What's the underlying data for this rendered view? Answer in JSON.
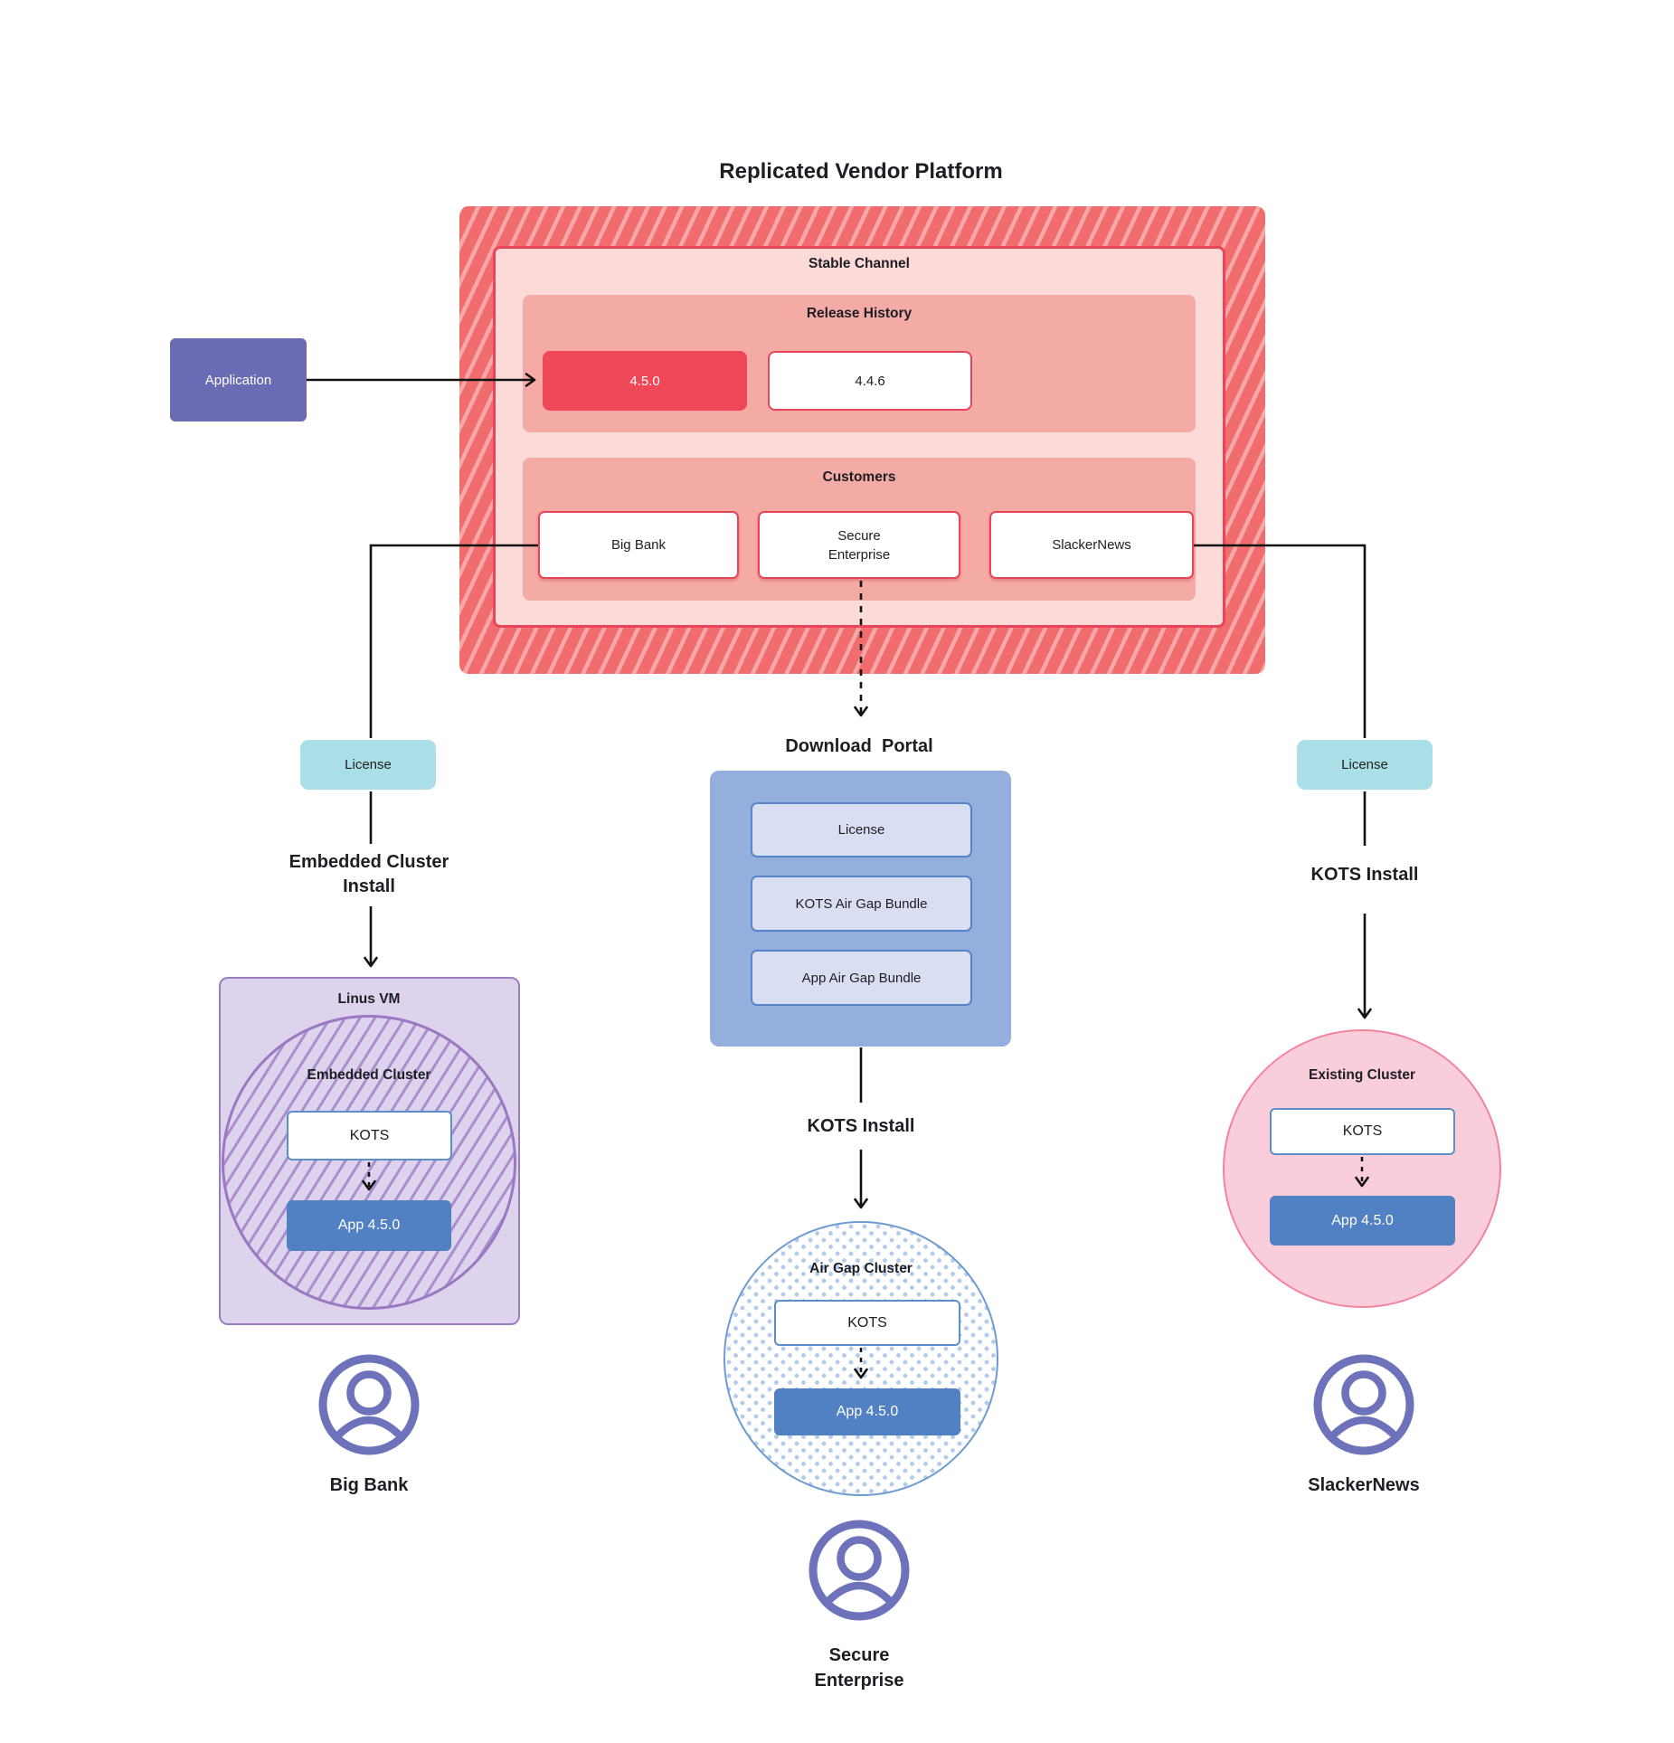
{
  "title": "Replicated Vendor Platform",
  "application_label": "Application",
  "platform": {
    "stable_channel_label": "Stable Channel",
    "release_history_label": "Release History",
    "releases": [
      "4.5.0",
      "4.4.6"
    ],
    "customers_label": "Customers",
    "customers": [
      "Big Bank",
      "Secure Enterprise",
      "SlackerNews"
    ]
  },
  "left_flow": {
    "license_label": "License",
    "install_label": "Embedded Cluster Install",
    "vm_label": "Linus VM",
    "cluster_label": "Embedded Cluster",
    "kots_label": "KOTS",
    "app_label": "App 4.5.0",
    "user_label": "Big Bank"
  },
  "middle_flow": {
    "portal_title": "Download  Portal",
    "portal_items": [
      "License",
      "KOTS Air Gap Bundle",
      "App Air Gap Bundle"
    ],
    "install_label": "KOTS Install",
    "cluster_label": "Air Gap Cluster",
    "kots_label": "KOTS",
    "app_label": "App 4.5.0",
    "user_label": "Secure Enterprise"
  },
  "right_flow": {
    "license_label": "License",
    "install_label": "KOTS Install",
    "cluster_label": "Existing Cluster",
    "kots_label": "KOTS",
    "app_label": "App 4.5.0",
    "user_label": "SlackerNews"
  },
  "colors": {
    "hatch_red_base": "#f16c6c",
    "hatch_red_stripe": "#f8a9a9",
    "stable_fill": "#fbdad7",
    "crimson_border": "#e8455a",
    "salmon_fill": "#f5aba5",
    "release_current_fill": "#ee4758",
    "application_purple": "#6a6bb4",
    "license_teal": "#abdfe7",
    "portal_blue": "#94afdd",
    "portal_item_fill": "#dadef2",
    "portal_item_border": "#5585c8",
    "vm_fill": "#ddd3ec",
    "vm_border": "#9a7fc0",
    "purple_hatch_line": "#a98fcf",
    "kots_border": "#5b8fc9",
    "app_blue": "#5181c2",
    "pink_circle_fill": "#f9cdd9",
    "pink_circle_border": "#f283a0",
    "airgap_dot": "#b3cbec",
    "airgap_border": "#6f9bd1",
    "user_icon": "#6d72ba",
    "connector_line": "#111111"
  }
}
